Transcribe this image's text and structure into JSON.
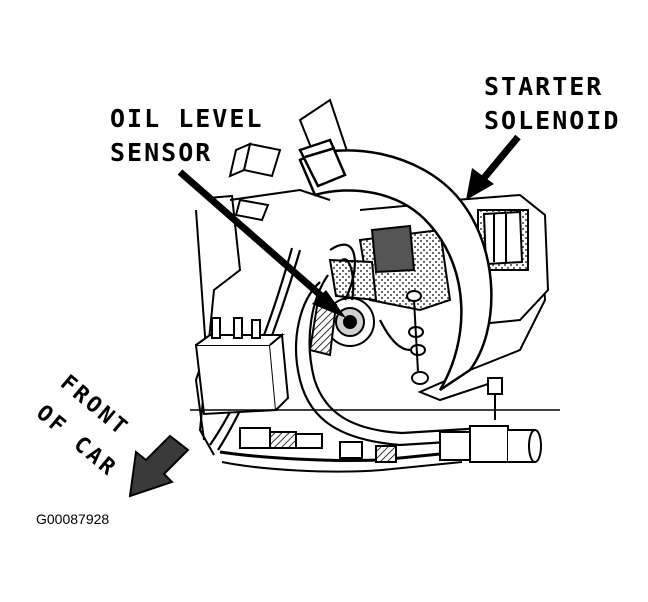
{
  "labels": {
    "oil_level_sensor": [
      "OIL LEVEL",
      "SENSOR"
    ],
    "starter_solenoid": [
      "STARTER",
      "SOLENOID"
    ],
    "front_of_car": [
      "FRONT",
      "OF CAR"
    ]
  },
  "figure_id": "G00087928",
  "colors": {
    "ink": "#000000",
    "paper": "#ffffff",
    "shade": "#6b6b6b"
  },
  "icons": {
    "direction_arrow": "front-of-car-arrow-icon"
  }
}
